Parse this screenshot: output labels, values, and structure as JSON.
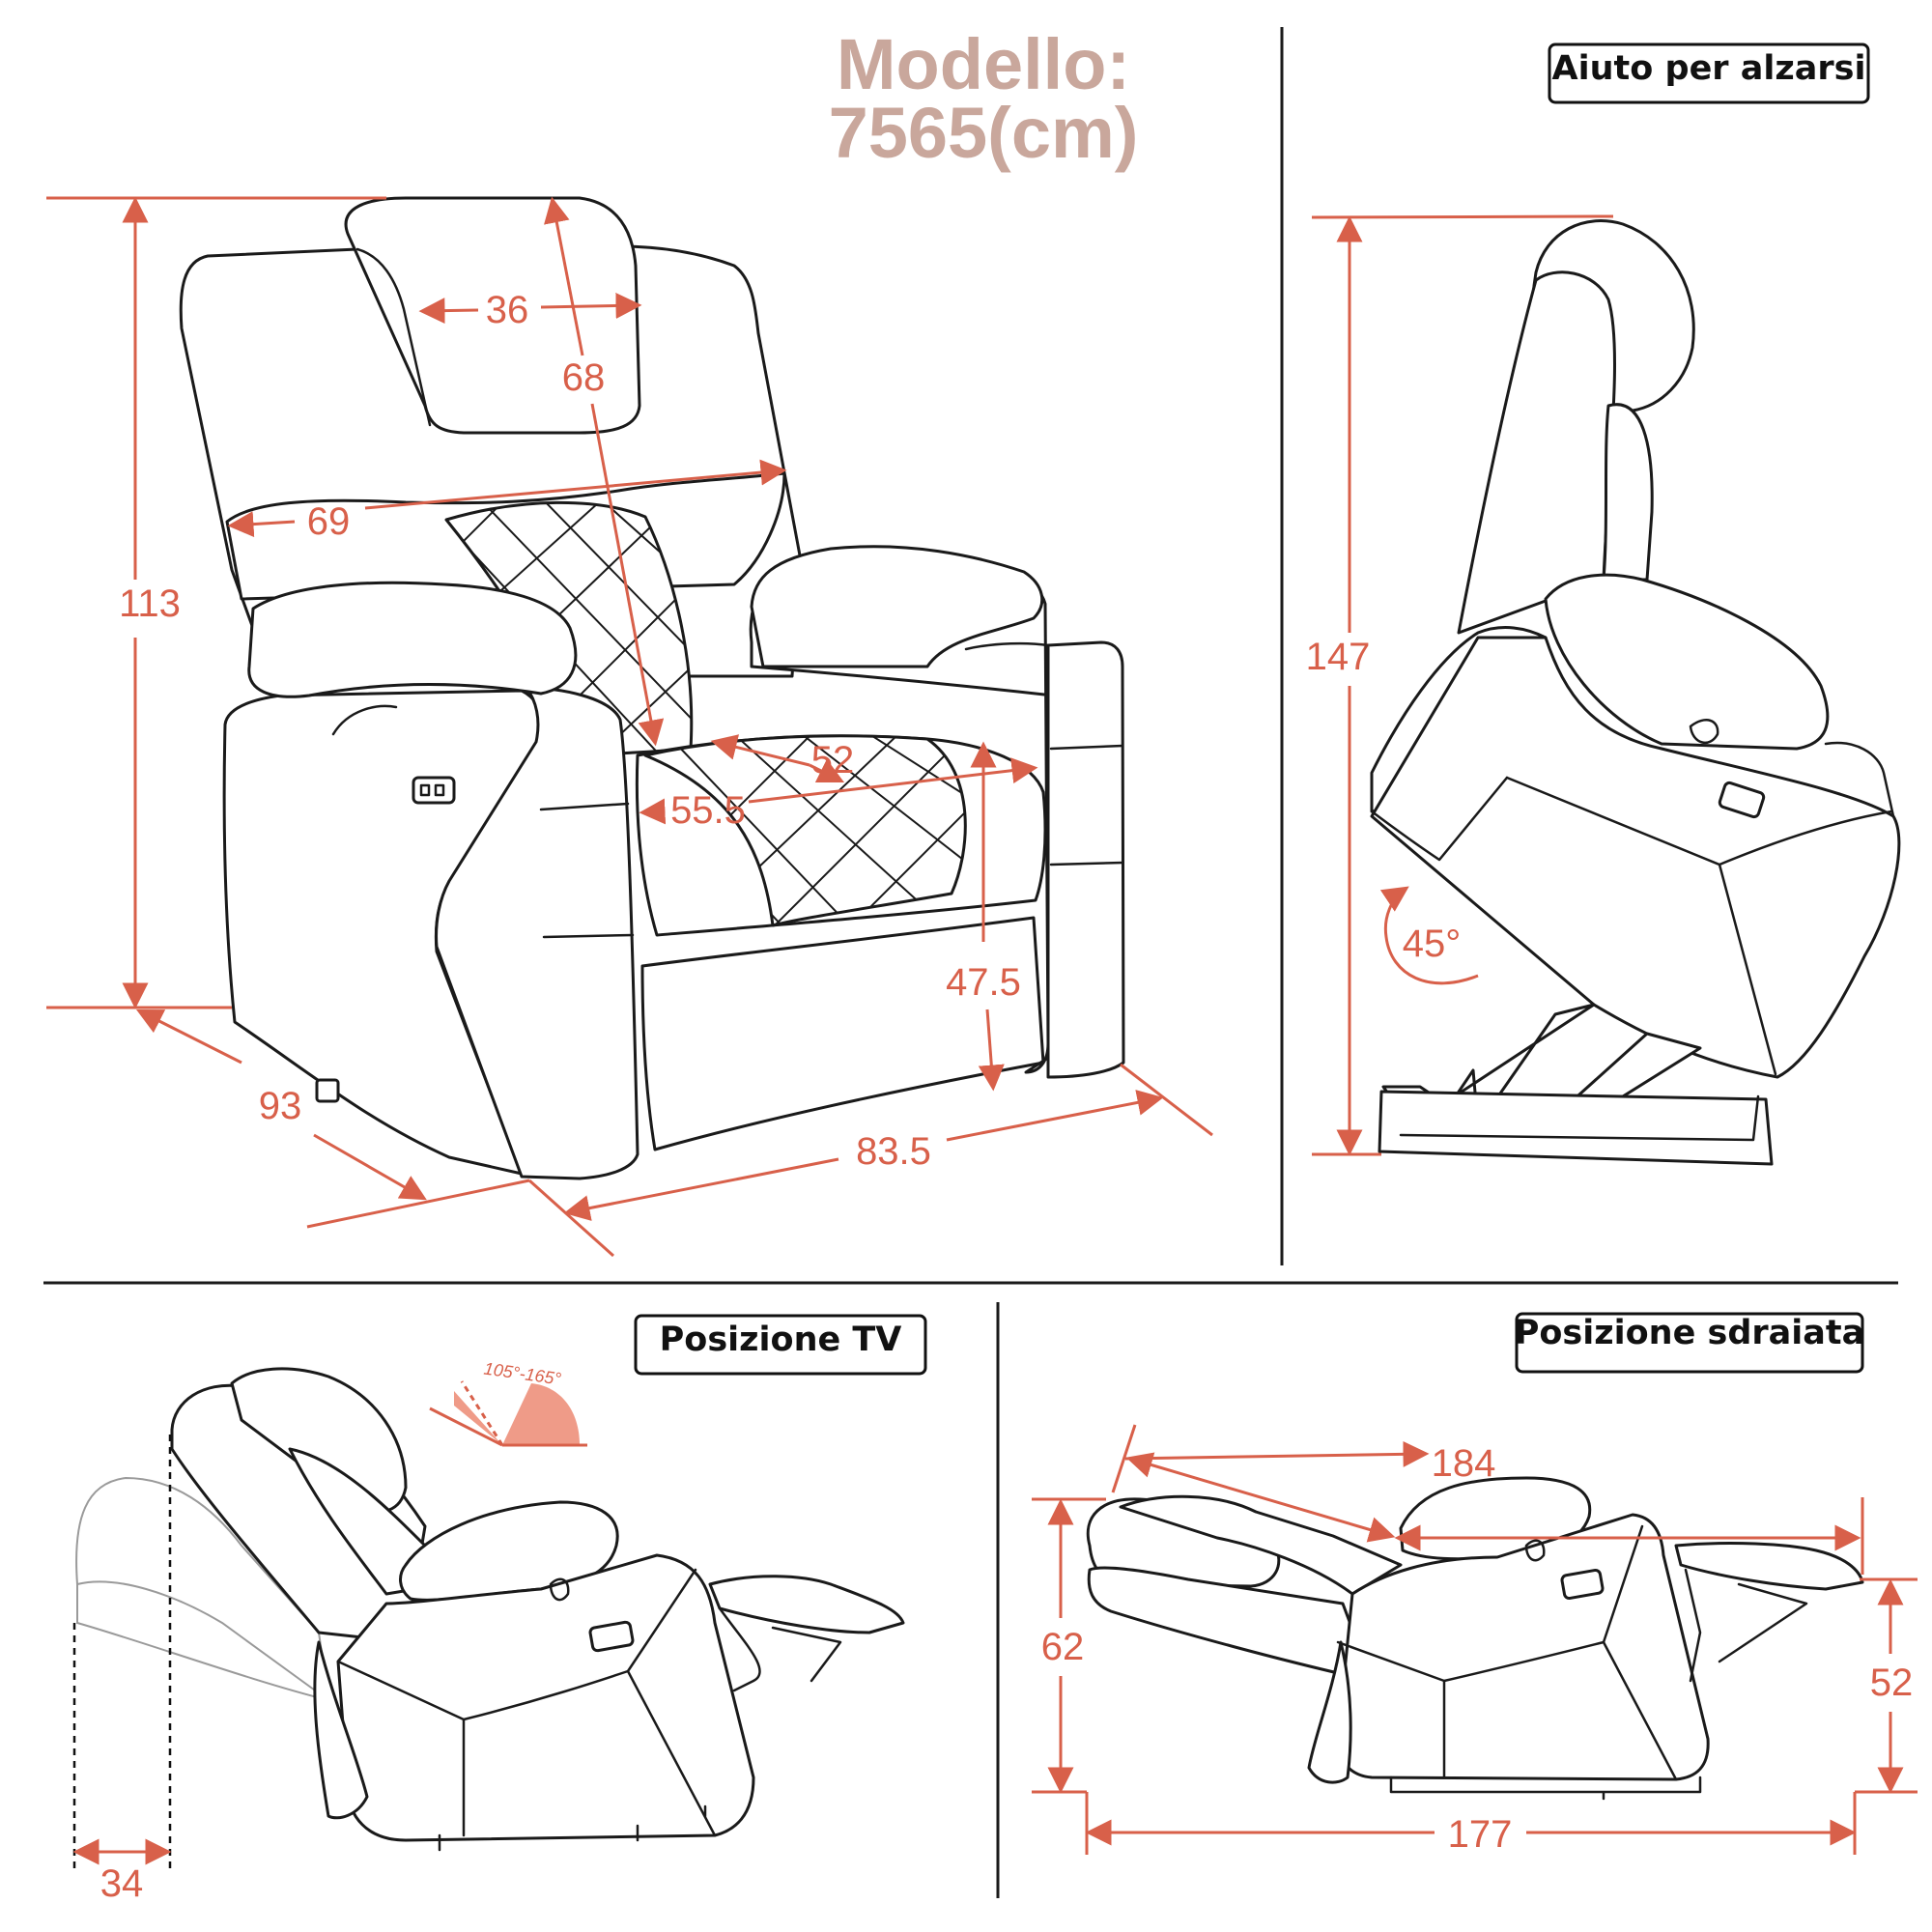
{
  "model": {
    "line1": "Modello:",
    "line2": "7565(cm)"
  },
  "colors": {
    "dimension": "#d8604a",
    "model_text": "#c9a79c",
    "outline": "#1a1a1a"
  },
  "front_view": {
    "dimensions": {
      "headrest_width": "36",
      "back_height": "68",
      "back_width": "69",
      "total_height": "113",
      "seat_depth": "52",
      "seat_width": "55.5",
      "seat_height": "47.5",
      "depth": "93",
      "width": "83.5"
    }
  },
  "lift_view": {
    "label": "Aiuto per alzarsi",
    "dimensions": {
      "height": "147",
      "tilt_angle": "45°"
    }
  },
  "tv_view": {
    "label": "Posizione TV",
    "dimensions": {
      "recline_range": "105°-165°",
      "wall_clearance": "34"
    }
  },
  "recline_view": {
    "label": "Posizione sdraiata",
    "dimensions": {
      "diagonal_length": "184",
      "back_height": "62",
      "footrest_height": "52",
      "length": "177"
    }
  }
}
